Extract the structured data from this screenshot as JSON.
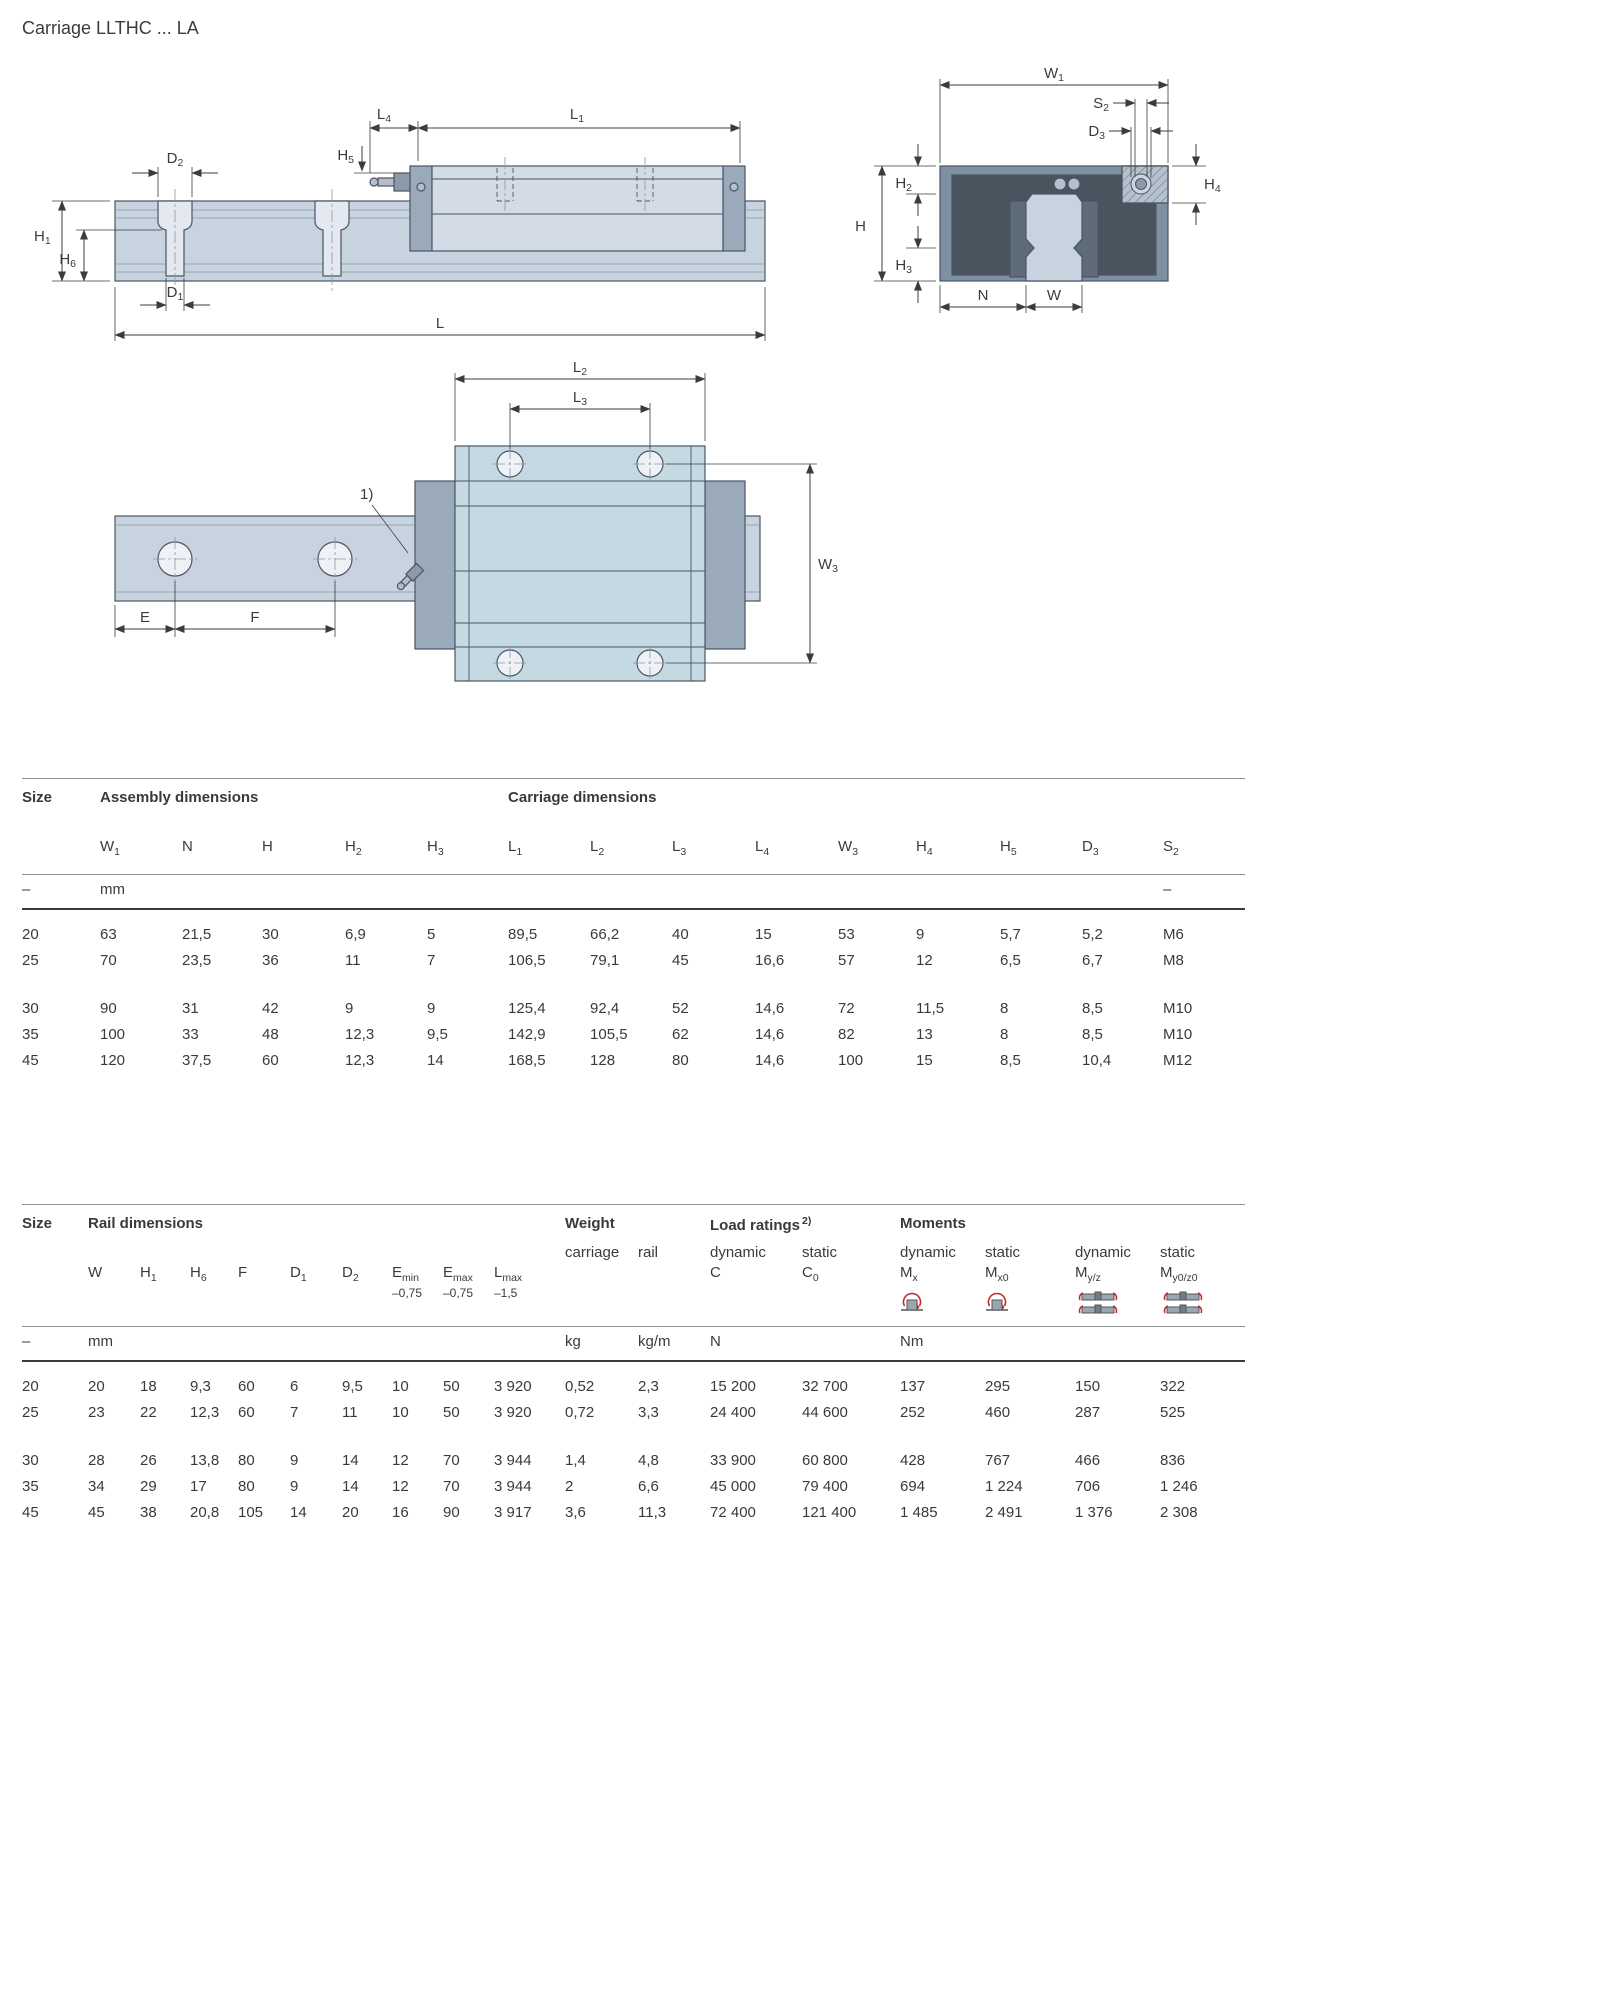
{
  "title": "Carriage LLTHC ... LA",
  "drawing": {
    "side": {
      "d2": {
        "b": "D",
        "s": "2"
      },
      "l4": {
        "b": "L",
        "s": "4"
      },
      "l1": {
        "b": "L",
        "s": "1"
      },
      "h5": {
        "b": "H",
        "s": "5"
      },
      "h1": {
        "b": "H",
        "s": "1"
      },
      "h6": {
        "b": "H",
        "s": "6"
      },
      "d1": {
        "b": "D",
        "s": "1"
      },
      "l": {
        "b": "L",
        "s": ""
      }
    },
    "end": {
      "w1": {
        "b": "W",
        "s": "1"
      },
      "s2": {
        "b": "S",
        "s": "2"
      },
      "d3": {
        "b": "D",
        "s": "3"
      },
      "h2": {
        "b": "H",
        "s": "2"
      },
      "h": {
        "b": "H",
        "s": ""
      },
      "h3": {
        "b": "H",
        "s": "3"
      },
      "h4": {
        "b": "H",
        "s": "4"
      },
      "n": {
        "b": "N",
        "s": ""
      },
      "w": {
        "b": "W",
        "s": ""
      }
    },
    "plan": {
      "l2": {
        "b": "L",
        "s": "2"
      },
      "l3": {
        "b": "L",
        "s": "3"
      },
      "w3": {
        "b": "W",
        "s": "3"
      },
      "e": {
        "b": "E",
        "s": ""
      },
      "f": {
        "b": "F",
        "s": ""
      },
      "note": "1)"
    }
  },
  "table1": {
    "headers": {
      "size": "Size",
      "assembly": "Assembly dimensions",
      "carriage": "Carriage dimensions"
    },
    "cols": [
      {
        "b": "W",
        "s": "1"
      },
      {
        "b": "N",
        "s": ""
      },
      {
        "b": "H",
        "s": ""
      },
      {
        "b": "H",
        "s": "2"
      },
      {
        "b": "H",
        "s": "3"
      },
      {
        "b": "L",
        "s": "1"
      },
      {
        "b": "L",
        "s": "2"
      },
      {
        "b": "L",
        "s": "3"
      },
      {
        "b": "L",
        "s": "4"
      },
      {
        "b": "W",
        "s": "3"
      },
      {
        "b": "H",
        "s": "4"
      },
      {
        "b": "H",
        "s": "5"
      },
      {
        "b": "D",
        "s": "3"
      },
      {
        "b": "S",
        "s": "2"
      }
    ],
    "units": [
      "–",
      "mm",
      "",
      "",
      "",
      "",
      "",
      "",
      "",
      "",
      "",
      "",
      "",
      "",
      "–"
    ],
    "row_groups": [
      [
        [
          "20",
          "63",
          "21,5",
          "30",
          "6,9",
          "5",
          "89,5",
          "66,2",
          "40",
          "15",
          "53",
          "9",
          "5,7",
          "5,2",
          "M6"
        ],
        [
          "25",
          "70",
          "23,5",
          "36",
          "11",
          "7",
          "106,5",
          "79,1",
          "45",
          "16,6",
          "57",
          "12",
          "6,5",
          "6,7",
          "M8"
        ]
      ],
      [
        [
          "30",
          "90",
          "31",
          "42",
          "9",
          "9",
          "125,4",
          "92,4",
          "52",
          "14,6",
          "72",
          "11,5",
          "8",
          "8,5",
          "M10"
        ],
        [
          "35",
          "100",
          "33",
          "48",
          "12,3",
          "9,5",
          "142,9",
          "105,5",
          "62",
          "14,6",
          "82",
          "13",
          "8",
          "8,5",
          "M10"
        ],
        [
          "45",
          "120",
          "37,5",
          "60",
          "12,3",
          "14",
          "168,5",
          "128",
          "80",
          "14,6",
          "100",
          "15",
          "8,5",
          "10,4",
          "M12"
        ]
      ]
    ]
  },
  "table2": {
    "headers": {
      "size": "Size",
      "rail": "Rail dimensions",
      "weight": "Weight",
      "load": "Load ratings",
      "load_sup": "2)",
      "moments": "Moments"
    },
    "sub": {
      "carriage": "carriage",
      "rail": "rail",
      "dynamic": "dynamic",
      "static": "static"
    },
    "cols": [
      {
        "b": "W",
        "s": ""
      },
      {
        "b": "H",
        "s": "1"
      },
      {
        "b": "H",
        "s": "6"
      },
      {
        "b": "F",
        "s": ""
      },
      {
        "b": "D",
        "s": "1"
      },
      {
        "b": "D",
        "s": "2"
      },
      {
        "b": "E",
        "s": "min"
      },
      {
        "b": "E",
        "s": "max"
      },
      {
        "b": "L",
        "s": "max"
      },
      {
        "b": "C",
        "s": ""
      },
      {
        "b": "C",
        "s": "0"
      },
      {
        "b": "M",
        "s": "x"
      },
      {
        "b": "M",
        "s": "x0"
      },
      {
        "b": "M",
        "s": "y/z"
      },
      {
        "b": "M",
        "s": "y0/z0"
      }
    ],
    "tolerances": [
      "–0,75",
      "–0,75",
      "–1,5"
    ],
    "units": [
      "–",
      "mm",
      "",
      "",
      "",
      "",
      "",
      "",
      "",
      "",
      "kg",
      "kg/m",
      "N",
      "",
      "Nm",
      "",
      "",
      ""
    ],
    "row_groups": [
      [
        [
          "20",
          "20",
          "18",
          "9,3",
          "60",
          "6",
          "9,5",
          "10",
          "50",
          "3 920",
          "0,52",
          "2,3",
          "15 200",
          "32 700",
          "137",
          "295",
          "150",
          "322"
        ],
        [
          "25",
          "23",
          "22",
          "12,3",
          "60",
          "7",
          "11",
          "10",
          "50",
          "3 920",
          "0,72",
          "3,3",
          "24 400",
          "44 600",
          "252",
          "460",
          "287",
          "525"
        ]
      ],
      [
        [
          "30",
          "28",
          "26",
          "13,8",
          "80",
          "9",
          "14",
          "12",
          "70",
          "3 944",
          "1,4",
          "4,8",
          "33 900",
          "60 800",
          "428",
          "767",
          "466",
          "836"
        ],
        [
          "35",
          "34",
          "29",
          "17",
          "80",
          "9",
          "14",
          "12",
          "70",
          "3 944",
          "2",
          "6,6",
          "45 000",
          "79 400",
          "694",
          "1 224",
          "706",
          "1 246"
        ],
        [
          "45",
          "45",
          "38",
          "20,8",
          "105",
          "14",
          "20",
          "16",
          "90",
          "3 917",
          "3,6",
          "11,3",
          "72 400",
          "121 400",
          "1 485",
          "2 491",
          "1 376",
          "2 308"
        ]
      ]
    ]
  }
}
